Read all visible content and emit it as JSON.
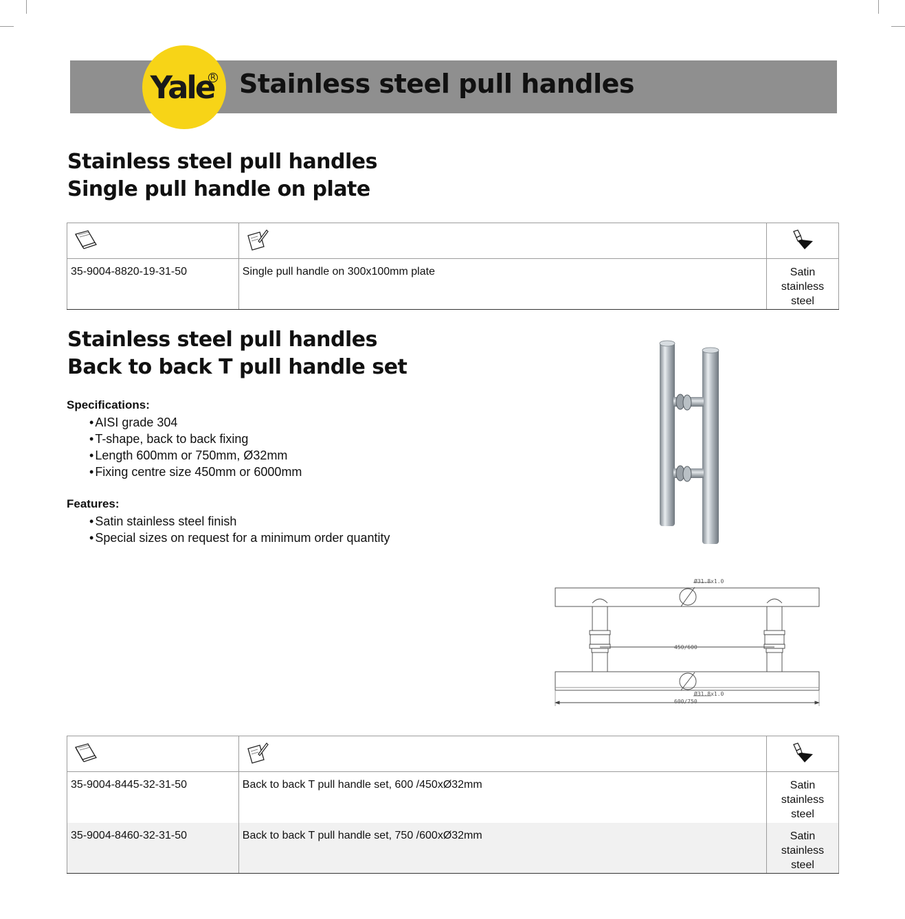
{
  "banner": {
    "logo_text": "Yale",
    "logo_reg": "R",
    "title": "Stainless steel pull handles"
  },
  "section1": {
    "heading_line1": "Stainless steel pull handles",
    "heading_line2": "Single pull handle on plate",
    "icons": [
      "catalogue-icon",
      "description-icon",
      "finish-icon"
    ],
    "rows": [
      {
        "code": "35-9004-8820-19-31-50",
        "description": "Single pull handle on 300x100mm plate",
        "finish": [
          "Satin",
          "stainless",
          "steel"
        ]
      }
    ]
  },
  "section2": {
    "heading_line1": "Stainless steel pull handles",
    "heading_line2": "Back to back T pull handle set",
    "specifications_title": "Specifications:",
    "specifications": [
      "AISI grade 304",
      "T-shape, back to back fixing",
      "Length 600mm or 750mm, Ø32mm",
      "Fixing centre size 450mm or 6000mm"
    ],
    "features_title": "Features:",
    "features": [
      "Satin stainless steel finish",
      "Special sizes on request for a minimum order quantity"
    ],
    "drawing_labels": {
      "diameter_top": "Ø31.8x1.0",
      "centres": "450/600",
      "diameter_bottom": "Ø31.8x1.0",
      "length": "600/750"
    },
    "rows": [
      {
        "code": "35-9004-8445-32-31-50",
        "description": "Back to back T pull handle set, 600 /450xØ32mm",
        "finish": [
          "Satin",
          "stainless",
          "steel"
        ]
      },
      {
        "code": "35-9004-8460-32-31-50",
        "description": "Back to back T pull handle set, 750 /600xØ32mm",
        "finish": [
          "Satin",
          "stainless",
          "steel"
        ]
      }
    ]
  },
  "colors": {
    "banner_gray": "#8f8f8f",
    "logo_yellow": "#f7d417",
    "table_border": "#9c9c9c"
  }
}
